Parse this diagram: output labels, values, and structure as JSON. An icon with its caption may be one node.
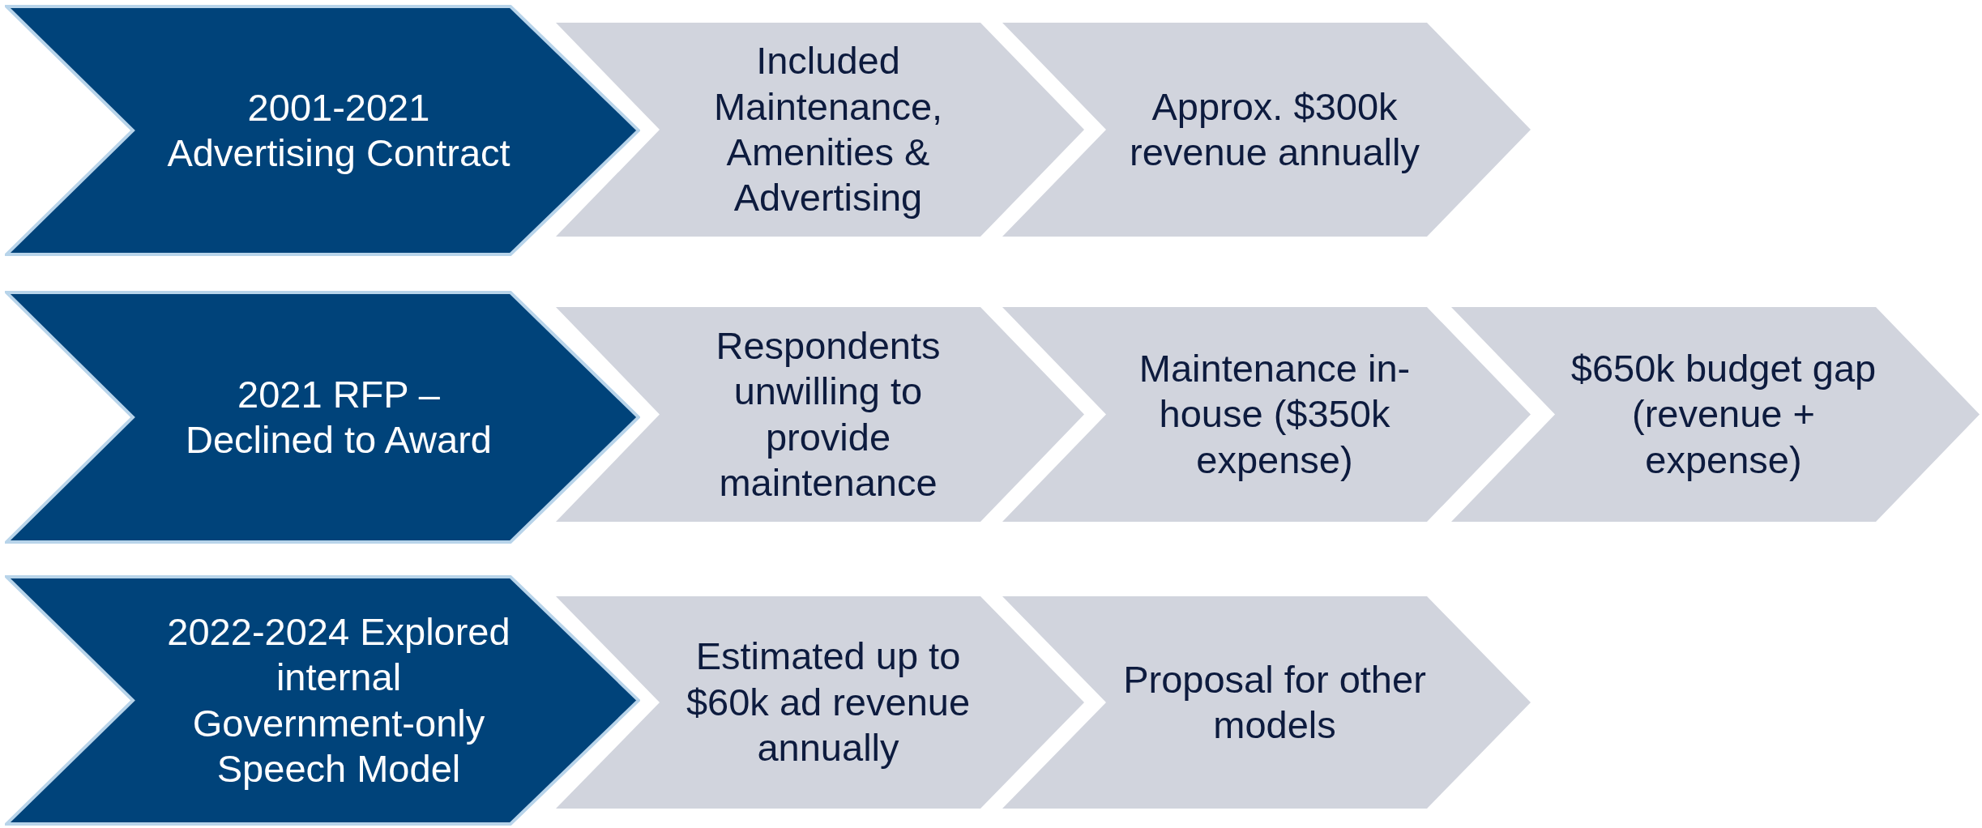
{
  "diagram": {
    "nodes": [
      {
        "text": [
          "2001-2021 Advertising Contract"
        ]
      },
      {
        "text": [
          "Included Maintenance, Amenities & Advertising"
        ]
      },
      {
        "text": [
          "Approx. $300k revenue annually"
        ]
      },
      {
        "text": [
          "2021 RFP – Declined to Award"
        ]
      },
      {
        "text": [
          "Respondents unwilling to provide maintenance"
        ]
      },
      {
        "text": [
          "Maintenance in-house ($350k expense)"
        ]
      },
      {
        "text": [
          "$650k budget gap (revenue + expense)"
        ]
      },
      {
        "text": [
          "2022-2024 Explored internal Government-only Speech Model"
        ]
      },
      {
        "text": [
          "Estimated up to $60k ad revenue annually"
        ]
      },
      {
        "text": [
          "Proposal for other models"
        ]
      }
    ]
  }
}
